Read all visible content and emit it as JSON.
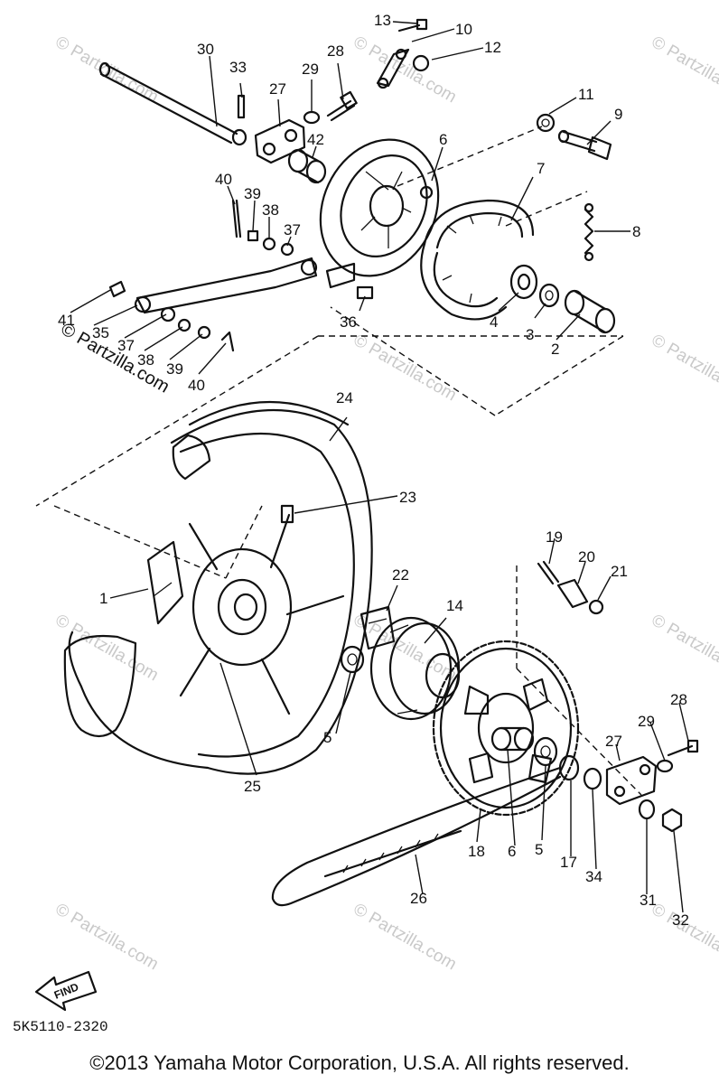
{
  "watermark": "© Partzilla.com",
  "diagram_code": "5K5110-2320",
  "find_label": "FIND",
  "copyright": "©2013  Yamaha Motor Corporation, U.S.A. All rights reserved.",
  "callouts": [
    "1",
    "2",
    "3",
    "4",
    "4",
    "5",
    "5",
    "6",
    "6",
    "7",
    "8",
    "9",
    "10",
    "11",
    "12",
    "13",
    "14",
    "17",
    "18",
    "19",
    "20",
    "21",
    "22",
    "23",
    "24",
    "25",
    "26",
    "27",
    "27",
    "28",
    "28",
    "29",
    "29",
    "30",
    "31",
    "32",
    "33",
    "35",
    "36",
    "37",
    "37",
    "38",
    "38",
    "39",
    "39",
    "40",
    "40",
    "41",
    "42",
    "34"
  ]
}
